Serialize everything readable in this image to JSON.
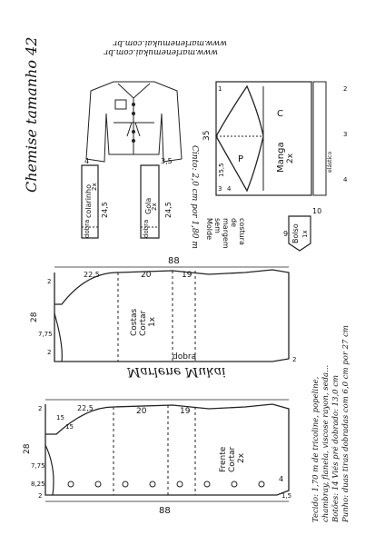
{
  "header": {
    "title": "Chemise tamanho 42",
    "website_1": "www.marlenemukai.com.br",
    "website_2": "www.marlenemukai.com.br"
  },
  "sleeve": {
    "title": "Manga",
    "count": "2x",
    "label_c": "C",
    "label_p": "P",
    "dim_top": "35",
    "dim_height": "15,5",
    "dim_1": "1",
    "dim_2": "2",
    "dim_3": "3",
    "dim_4": "4",
    "dim_3b": "3",
    "dim_4b": "4",
    "label_elastic": "elástico"
  },
  "belt": {
    "text": "Cinto: 2,0 cm por 1,80 m"
  },
  "pocket": {
    "title": "Bolso",
    "count": "1x",
    "dim_w": "9",
    "dim_h": "10"
  },
  "note": {
    "line1": "Molde",
    "line2": "sem",
    "line3": "margem",
    "line4": "de",
    "line5": "costura"
  },
  "collar_stand": {
    "title": "colarinho",
    "count": "2x",
    "fold": "dobra",
    "dim_len": "24,5",
    "dim_w": "4"
  },
  "collar": {
    "title": "Gola",
    "count": "2x",
    "fold": "dobra",
    "dim_len": "24,5",
    "dim_w": "3,5"
  },
  "back": {
    "title": "Costas",
    "cut": "Cortar",
    "count": "1x",
    "fold": "dobra",
    "dim_total": "88",
    "dim_waist": "20",
    "dim_hip": "19",
    "dim_shoulder": "22,5",
    "dim_width": "28",
    "dim_neck": "7,75",
    "dim_2a": "2",
    "dim_2b": "2",
    "dim_2c": "2"
  },
  "front": {
    "title": "Frente",
    "cut": "Cortar",
    "count": "2x",
    "dim_total": "88",
    "dim_waist": "20",
    "dim_hip": "19",
    "dim_shoulder": "22,5",
    "dim_width": "28",
    "dim_neck": "7,75",
    "dim_hem": "4",
    "dim_15": "15",
    "dim_15b": "15",
    "dim_8": "8,25",
    "dim_2a": "2",
    "dim_2b": "2",
    "dim_12": "1,5"
  },
  "signature": "Marlene Mukai",
  "materials": {
    "line1": "Tecido: 1,70 m de tricoline, popeline,",
    "line2": "chambray, flanela, viscose rayon, seda...",
    "line3": "Botões: 14   Viés pré dobrado: 13,0 cm",
    "line4": "Punho: duas tiras dobradas com 6,0 cm por 27 cm"
  }
}
